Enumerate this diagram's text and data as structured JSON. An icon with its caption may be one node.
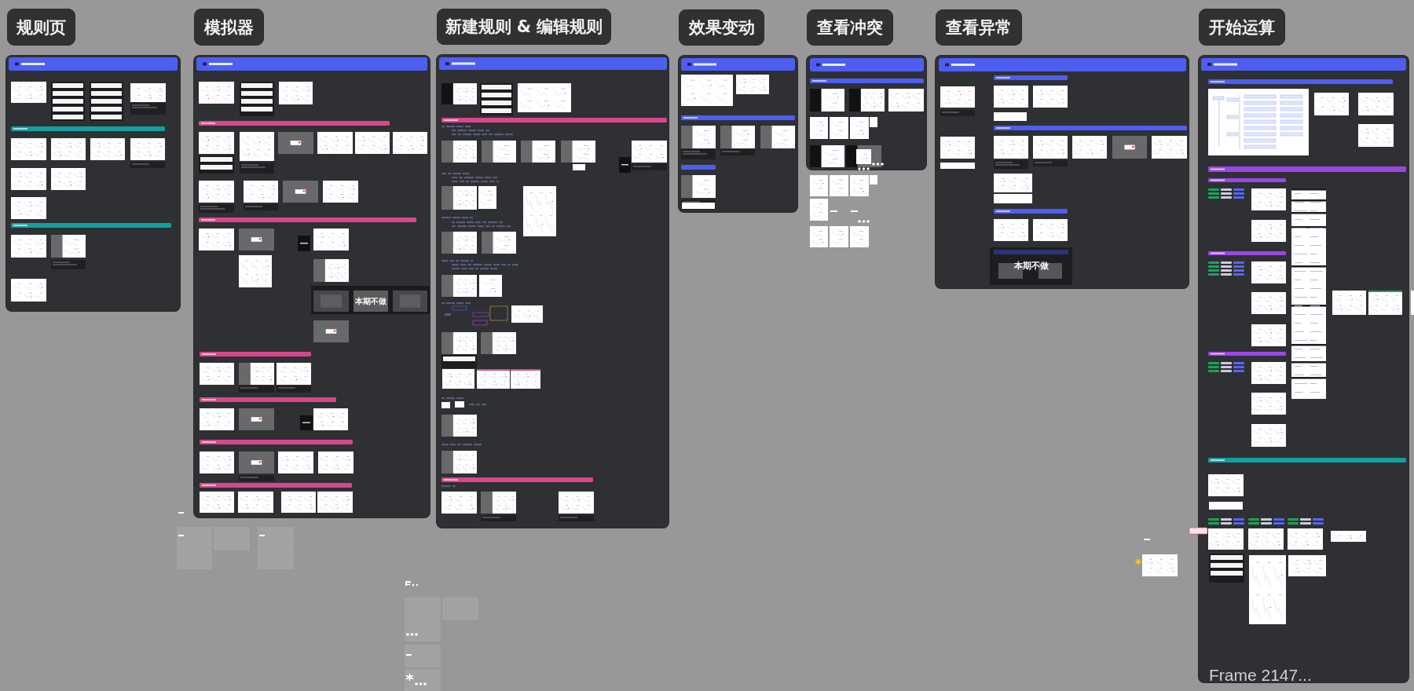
{
  "diagram": {
    "nodes": [
      {
        "text": [
          "规则页"
        ]
      },
      {
        "text": [],
        "shape": "box"
      },
      {
        "text": [
          "模拟器"
        ]
      },
      {
        "text": [],
        "shape": "box"
      },
      {
        "text": [
          "本期不做"
        ],
        "in": 3
      },
      {
        "text": [
          "新建规则 & 编辑规则"
        ]
      },
      {
        "text": [],
        "shape": "box"
      },
      {
        "text": [
          "效果变动"
        ]
      },
      {
        "text": [],
        "shape": "box"
      },
      {
        "text": [
          "查看冲突"
        ]
      },
      {
        "text": [],
        "shape": "box"
      },
      {
        "text": [
          "查看异常"
        ]
      },
      {
        "text": [],
        "shape": "box"
      },
      {
        "text": [
          "本期不做"
        ],
        "in": 12
      },
      {
        "text": [
          "开始运算"
        ]
      },
      {
        "text": [],
        "shape": "box"
      }
    ],
    "labels": [
      "Frame 2147..."
    ]
  }
}
